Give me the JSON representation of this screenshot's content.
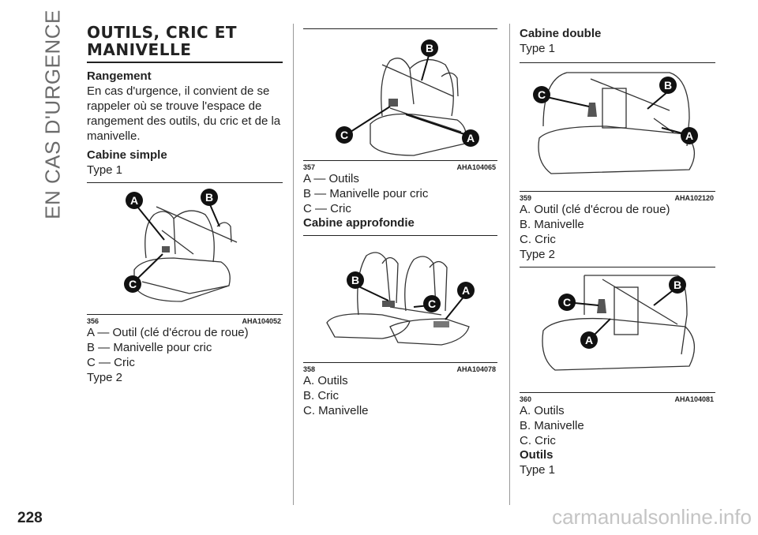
{
  "side_tab": "EN CAS D'URGENCE",
  "page_number": "228",
  "watermark": "carmanualsonline.info",
  "col1": {
    "title": "OUTILS, CRIC ET MANIVELLE",
    "h_rangement": "Rangement",
    "p_rangement": "En cas d'urgence, il convient de se rappeler où se trouve l'espace de rangement des outils, du cric et de la manivelle.",
    "h_simple": "Cabine simple",
    "type1": "Type 1",
    "fig356": {
      "num": "356",
      "code": "AHA104052"
    },
    "items": [
      "A — Outil (clé d'écrou de roue)",
      "B — Manivelle pour cric",
      "C — Cric"
    ],
    "type2": "Type 2"
  },
  "col2": {
    "fig357": {
      "num": "357",
      "code": "AHA104065"
    },
    "items357": [
      "A — Outils",
      "B — Manivelle pour cric",
      "C — Cric"
    ],
    "h_approfondie": "Cabine approfondie",
    "fig358": {
      "num": "358",
      "code": "AHA104078"
    },
    "items358": [
      "A. Outils",
      "B. Cric",
      "C. Manivelle"
    ]
  },
  "col3": {
    "h_double": "Cabine double",
    "type1": "Type 1",
    "fig359": {
      "num": "359",
      "code": "AHA102120"
    },
    "items359": [
      "A. Outil (clé d'écrou de roue)",
      "B. Manivelle",
      "C. Cric"
    ],
    "type2": "Type 2",
    "fig360": {
      "num": "360",
      "code": "AHA104081"
    },
    "items360": [
      "A. Outils",
      "B. Manivelle",
      "C. Cric"
    ],
    "h_outils": "Outils",
    "type1b": "Type 1"
  },
  "callouts": {
    "a": "A",
    "b": "B",
    "c": "C"
  }
}
